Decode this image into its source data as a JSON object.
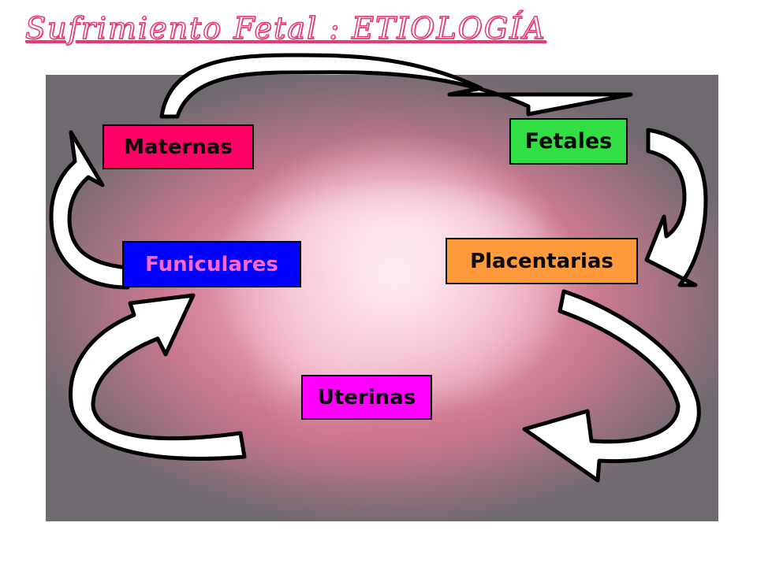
{
  "title": "Sufrimiento Fetal : ETIOLOGÍA",
  "colors": {
    "title": "#e8387a",
    "maternas": "#ff0066",
    "fetales": "#33dd44",
    "funiculares": "#0000ff",
    "placentarias": "#ff9a3c",
    "uterinas": "#ff00ff"
  },
  "boxes": {
    "maternas": "Maternas",
    "fetales": "Fetales",
    "funiculares": "Funiculares",
    "placentarias": "Placentarias",
    "uterinas": "Uterinas"
  }
}
